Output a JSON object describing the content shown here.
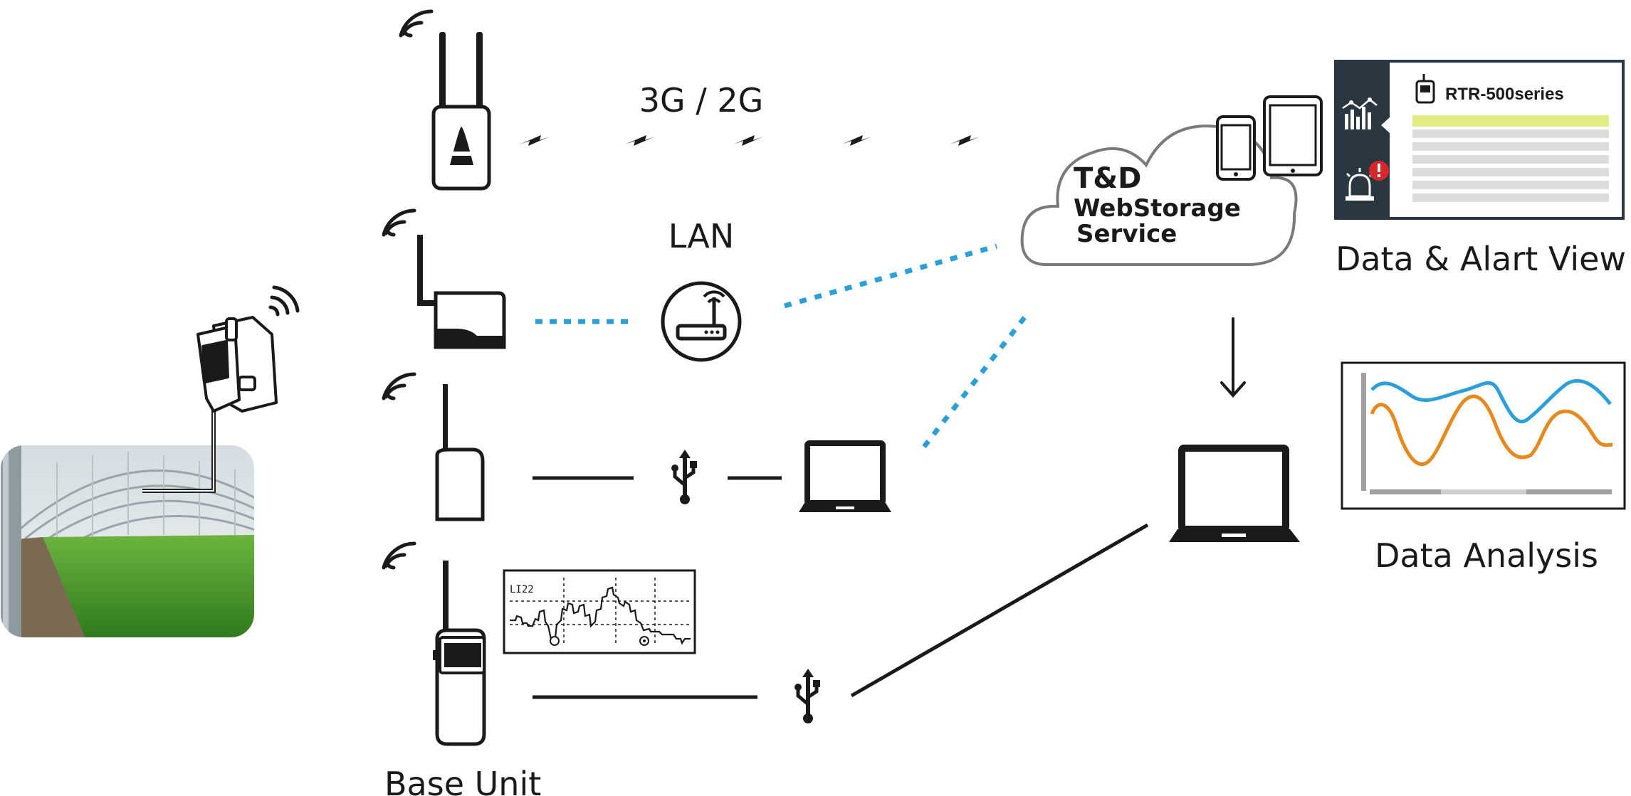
{
  "labels": {
    "cellular": "3G / 2G",
    "lan": "LAN",
    "base_unit": "Base Unit",
    "data_alert_view": "Data & Alart View",
    "data_analysis": "Data Analysis"
  },
  "cloud": {
    "line1": "T&D",
    "line2": "WebStorage",
    "line3": "Service"
  },
  "screen": {
    "product": "RTR-500series"
  },
  "device_display": {
    "code": "LI22"
  },
  "colors": {
    "accent_blue": "#2a9fd8",
    "line_orange": "#e8891e",
    "highlight_yellow": "#e4ec86",
    "dark_panel": "#2a3640",
    "alert_red": "#d9262b",
    "greenhouse_green": "#4e9a2c"
  },
  "icons": [
    "wireless-icon",
    "antenna-base-unit-icon",
    "router-icon",
    "usb-icon",
    "laptop-icon",
    "cloud-icon",
    "smartphone-icon",
    "tablet-icon",
    "chart-icon",
    "alarm-icon",
    "logger-icon",
    "download-arrow-icon"
  ]
}
